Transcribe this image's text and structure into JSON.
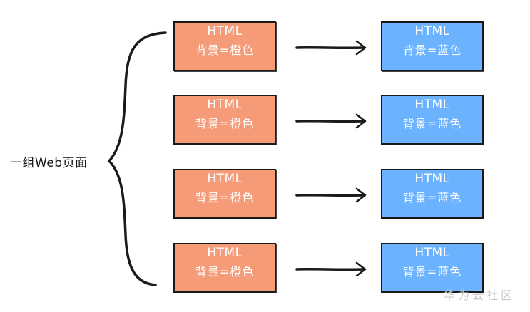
{
  "group_label": "一组Web页面",
  "rows": [
    {
      "left": {
        "line1": "HTML",
        "line2": "背景=橙色"
      },
      "right": {
        "line1": "HTML",
        "line2": "背景=蓝色"
      }
    },
    {
      "left": {
        "line1": "HTML",
        "line2": "背景=橙色"
      },
      "right": {
        "line1": "HTML",
        "line2": "背景=蓝色"
      }
    },
    {
      "left": {
        "line1": "HTML",
        "line2": "背景=橙色"
      },
      "right": {
        "line1": "HTML",
        "line2": "背景=蓝色"
      }
    },
    {
      "left": {
        "line1": "HTML",
        "line2": "背景=橙色"
      },
      "right": {
        "line1": "HTML",
        "line2": "背景=蓝色"
      }
    }
  ],
  "watermark": "华为云社区",
  "colors": {
    "orange_box": "#f59b78",
    "blue_box": "#6bb2ff",
    "stroke": "#1a1a1a"
  }
}
